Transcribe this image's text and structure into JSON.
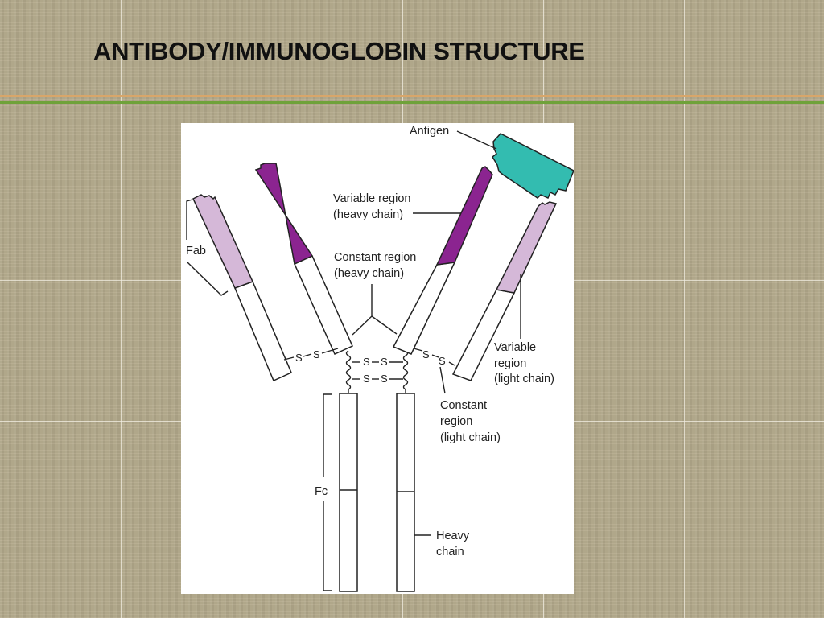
{
  "slide": {
    "title": "ANTIBODY/IMMUNOGLOBIN STRUCTURE"
  },
  "diagram": {
    "labels": {
      "antigen": "Antigen",
      "variable_region_heavy": [
        "Variable region",
        "(heavy chain)"
      ],
      "constant_region_heavy": [
        "Constant region",
        "(heavy chain)"
      ],
      "fab": "Fab",
      "variable_region_light": [
        "Variable",
        "region",
        "(light chain)"
      ],
      "constant_region_light": [
        "Constant",
        "region",
        "(light chain)"
      ],
      "fc": "Fc",
      "heavy_chain": [
        "Heavy",
        "chain"
      ]
    },
    "disulfide_label": "S",
    "colors": {
      "heavy_variable": "#8b2490",
      "light_variable": "#d5b8d8",
      "antigen": "#33bcb0",
      "constant": "#ffffff",
      "outline": "#222222"
    }
  }
}
